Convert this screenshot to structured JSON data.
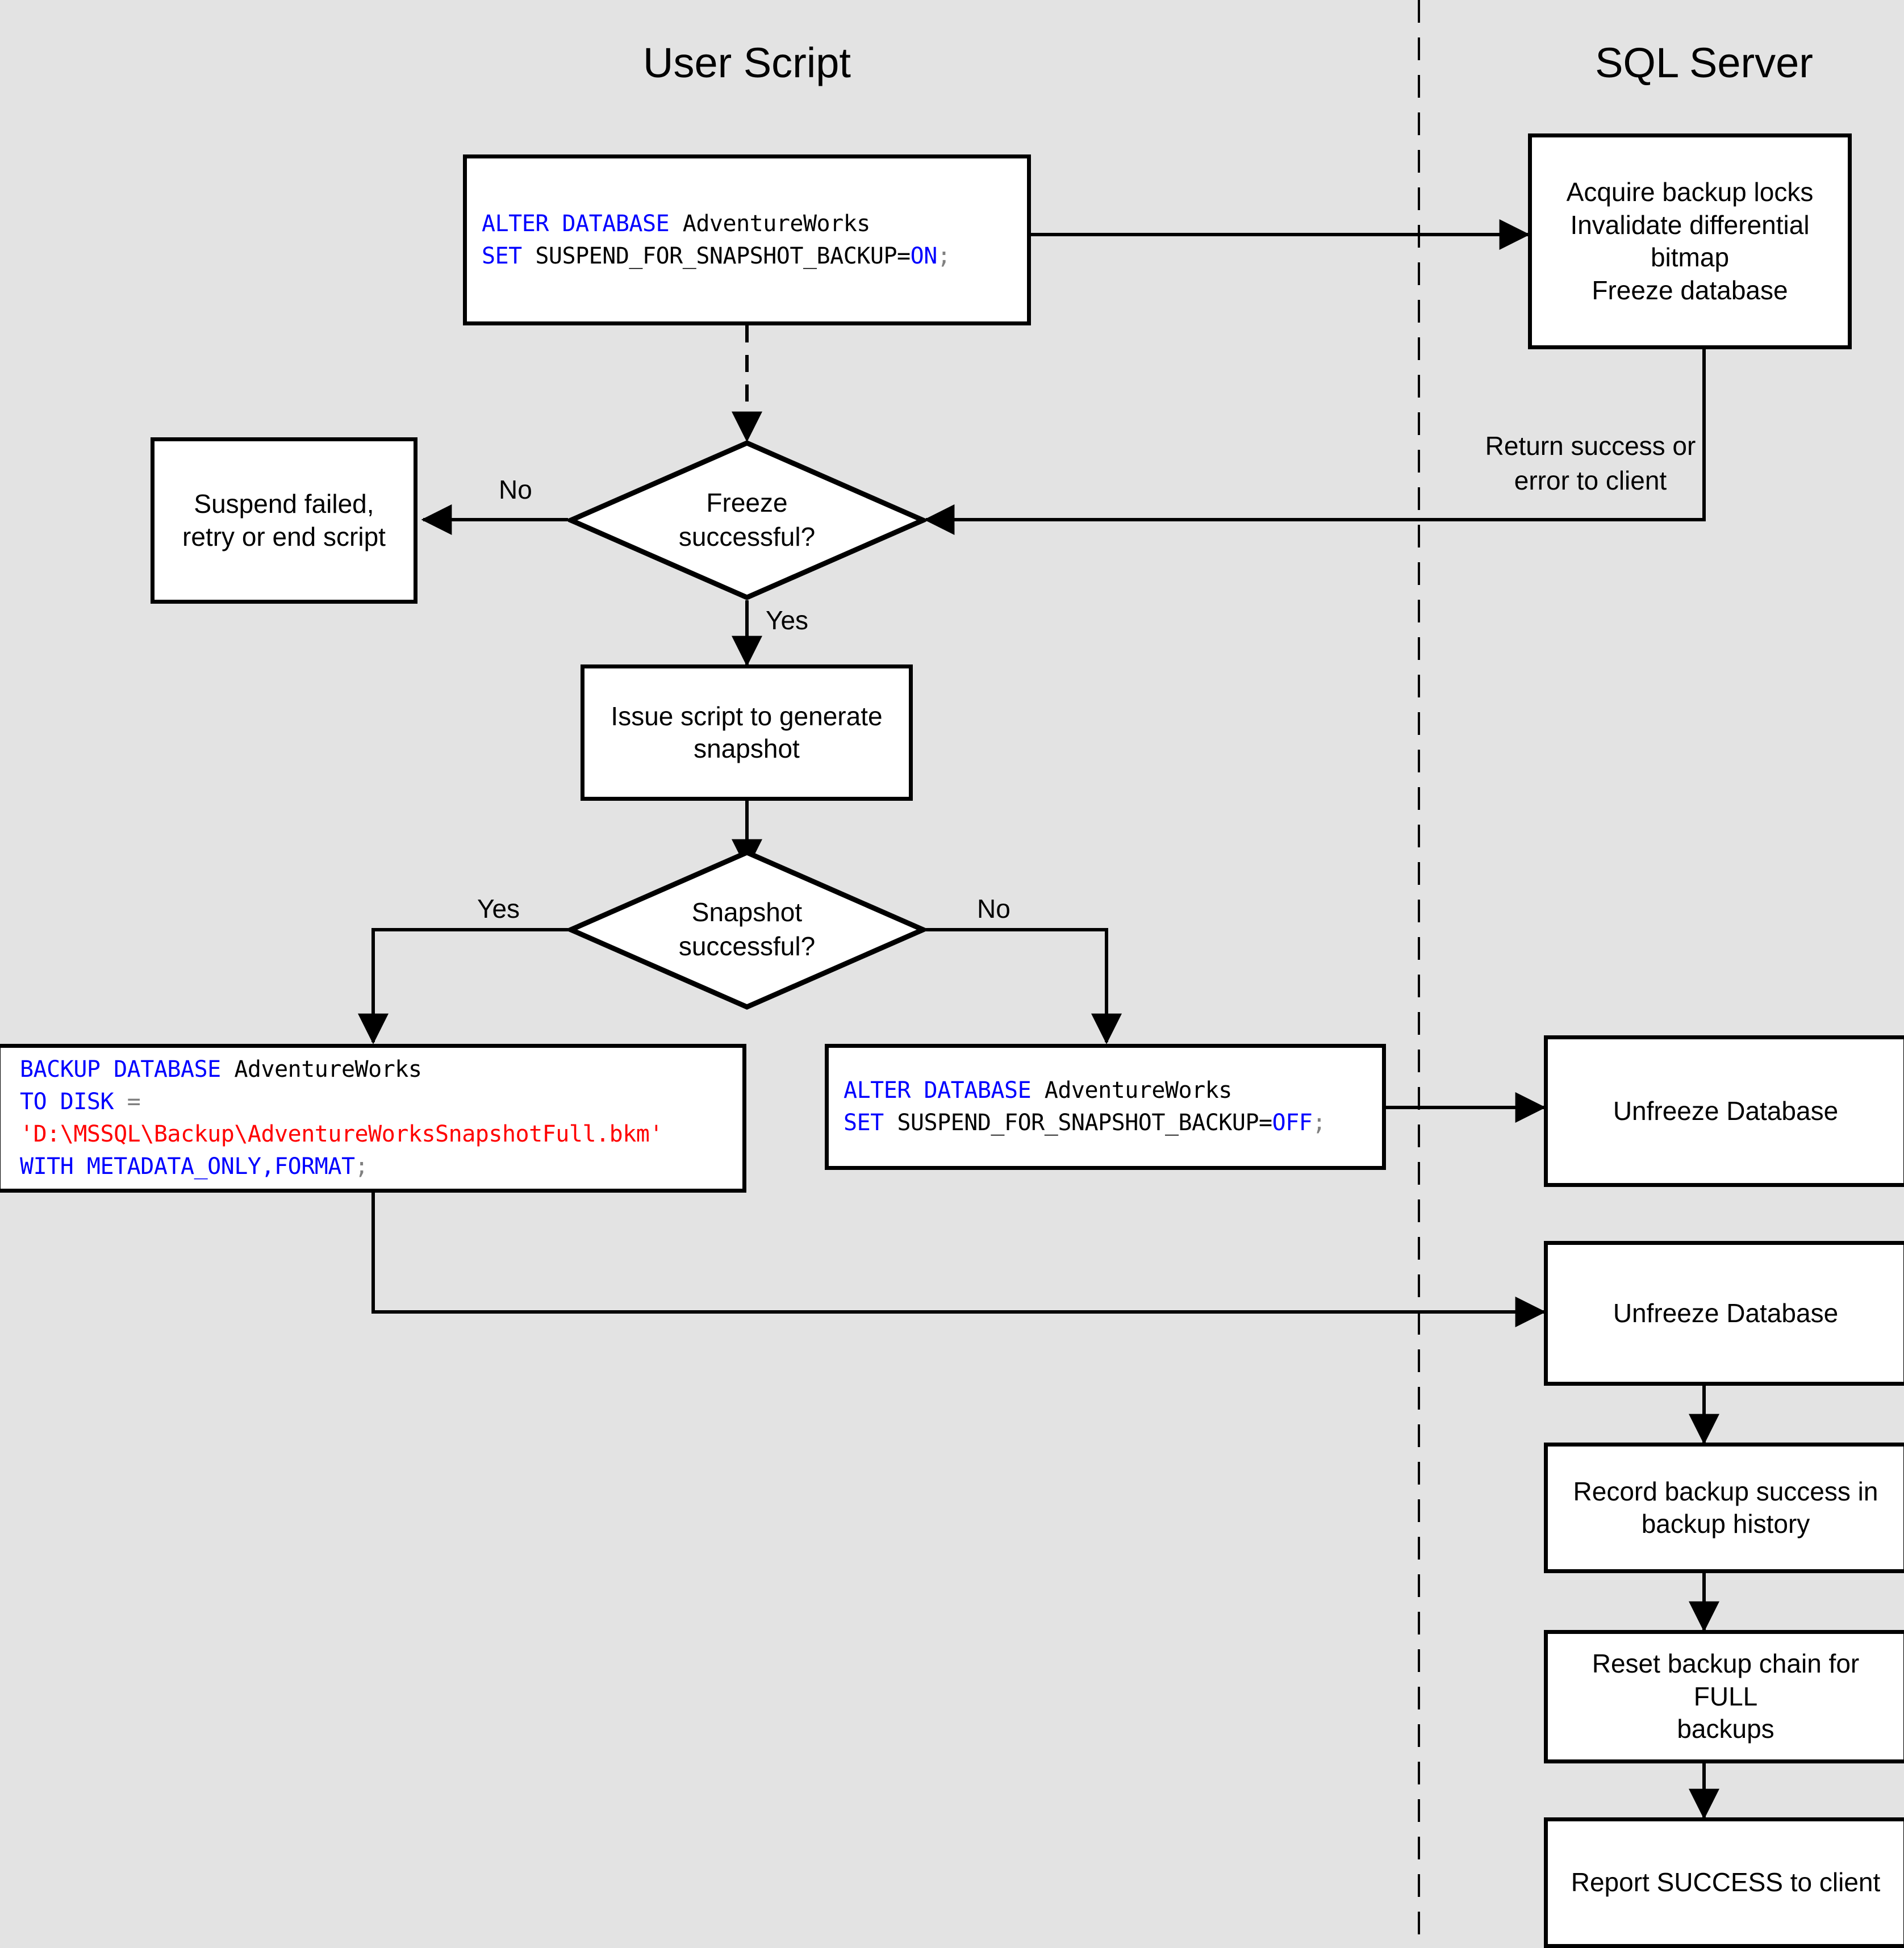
{
  "lanes": {
    "user_script": "User Script",
    "sql_server": "SQL Server"
  },
  "nodes": {
    "alter_on": {
      "line1_kw": "ALTER DATABASE",
      "line1_rest": " AdventureWorks",
      "line2_kw": "SET",
      "line2_rest": " SUSPEND_FOR_SNAPSHOT_BACKUP=",
      "line2_val": "ON",
      "line2_semi": ";"
    },
    "acquire_locks": "Acquire backup locks\nInvalidate differential bitmap\nFreeze database",
    "return_note": "Return success or\nerror to client",
    "suspend_failed": "Suspend failed,\nretry or end script",
    "freeze_decision": "Freeze\nsuccessful?",
    "issue_script": "Issue script to generate\nsnapshot",
    "snapshot_decision": "Snapshot\nsuccessful?",
    "backup_database": {
      "line1_kw": "BACKUP DATABASE",
      "line1_rest": " AdventureWorks",
      "line2_kw": "TO DISK",
      "line2_eq": " =",
      "line3_str": "'D:\\MSSQL\\Backup\\AdventureWorksSnapshotFull.bkm'",
      "line4_kw": "WITH METADATA_ONLY,FORMAT",
      "line4_semi": ";"
    },
    "alter_off": {
      "line1_kw": "ALTER DATABASE",
      "line1_rest": " AdventureWorks",
      "line2_kw": "SET",
      "line2_rest": " SUSPEND_FOR_SNAPSHOT_BACKUP=",
      "line2_val": "OFF",
      "line2_semi": ";"
    },
    "unfreeze_1": "Unfreeze Database",
    "unfreeze_2": "Unfreeze Database",
    "record_backup": "Record backup success in\nbackup history",
    "reset_chain": "Reset backup chain for FULL\nbackups",
    "report_success": "Report SUCCESS to client"
  },
  "edge_labels": {
    "freeze_no": "No",
    "freeze_yes": "Yes",
    "snapshot_yes": "Yes",
    "snapshot_no": "No"
  },
  "colors": {
    "background": "#e3e3e3",
    "node_fill": "#ffffff",
    "stroke": "#000000",
    "keyword": "#0000ff",
    "string": "#ff0000",
    "punct": "#808080"
  }
}
